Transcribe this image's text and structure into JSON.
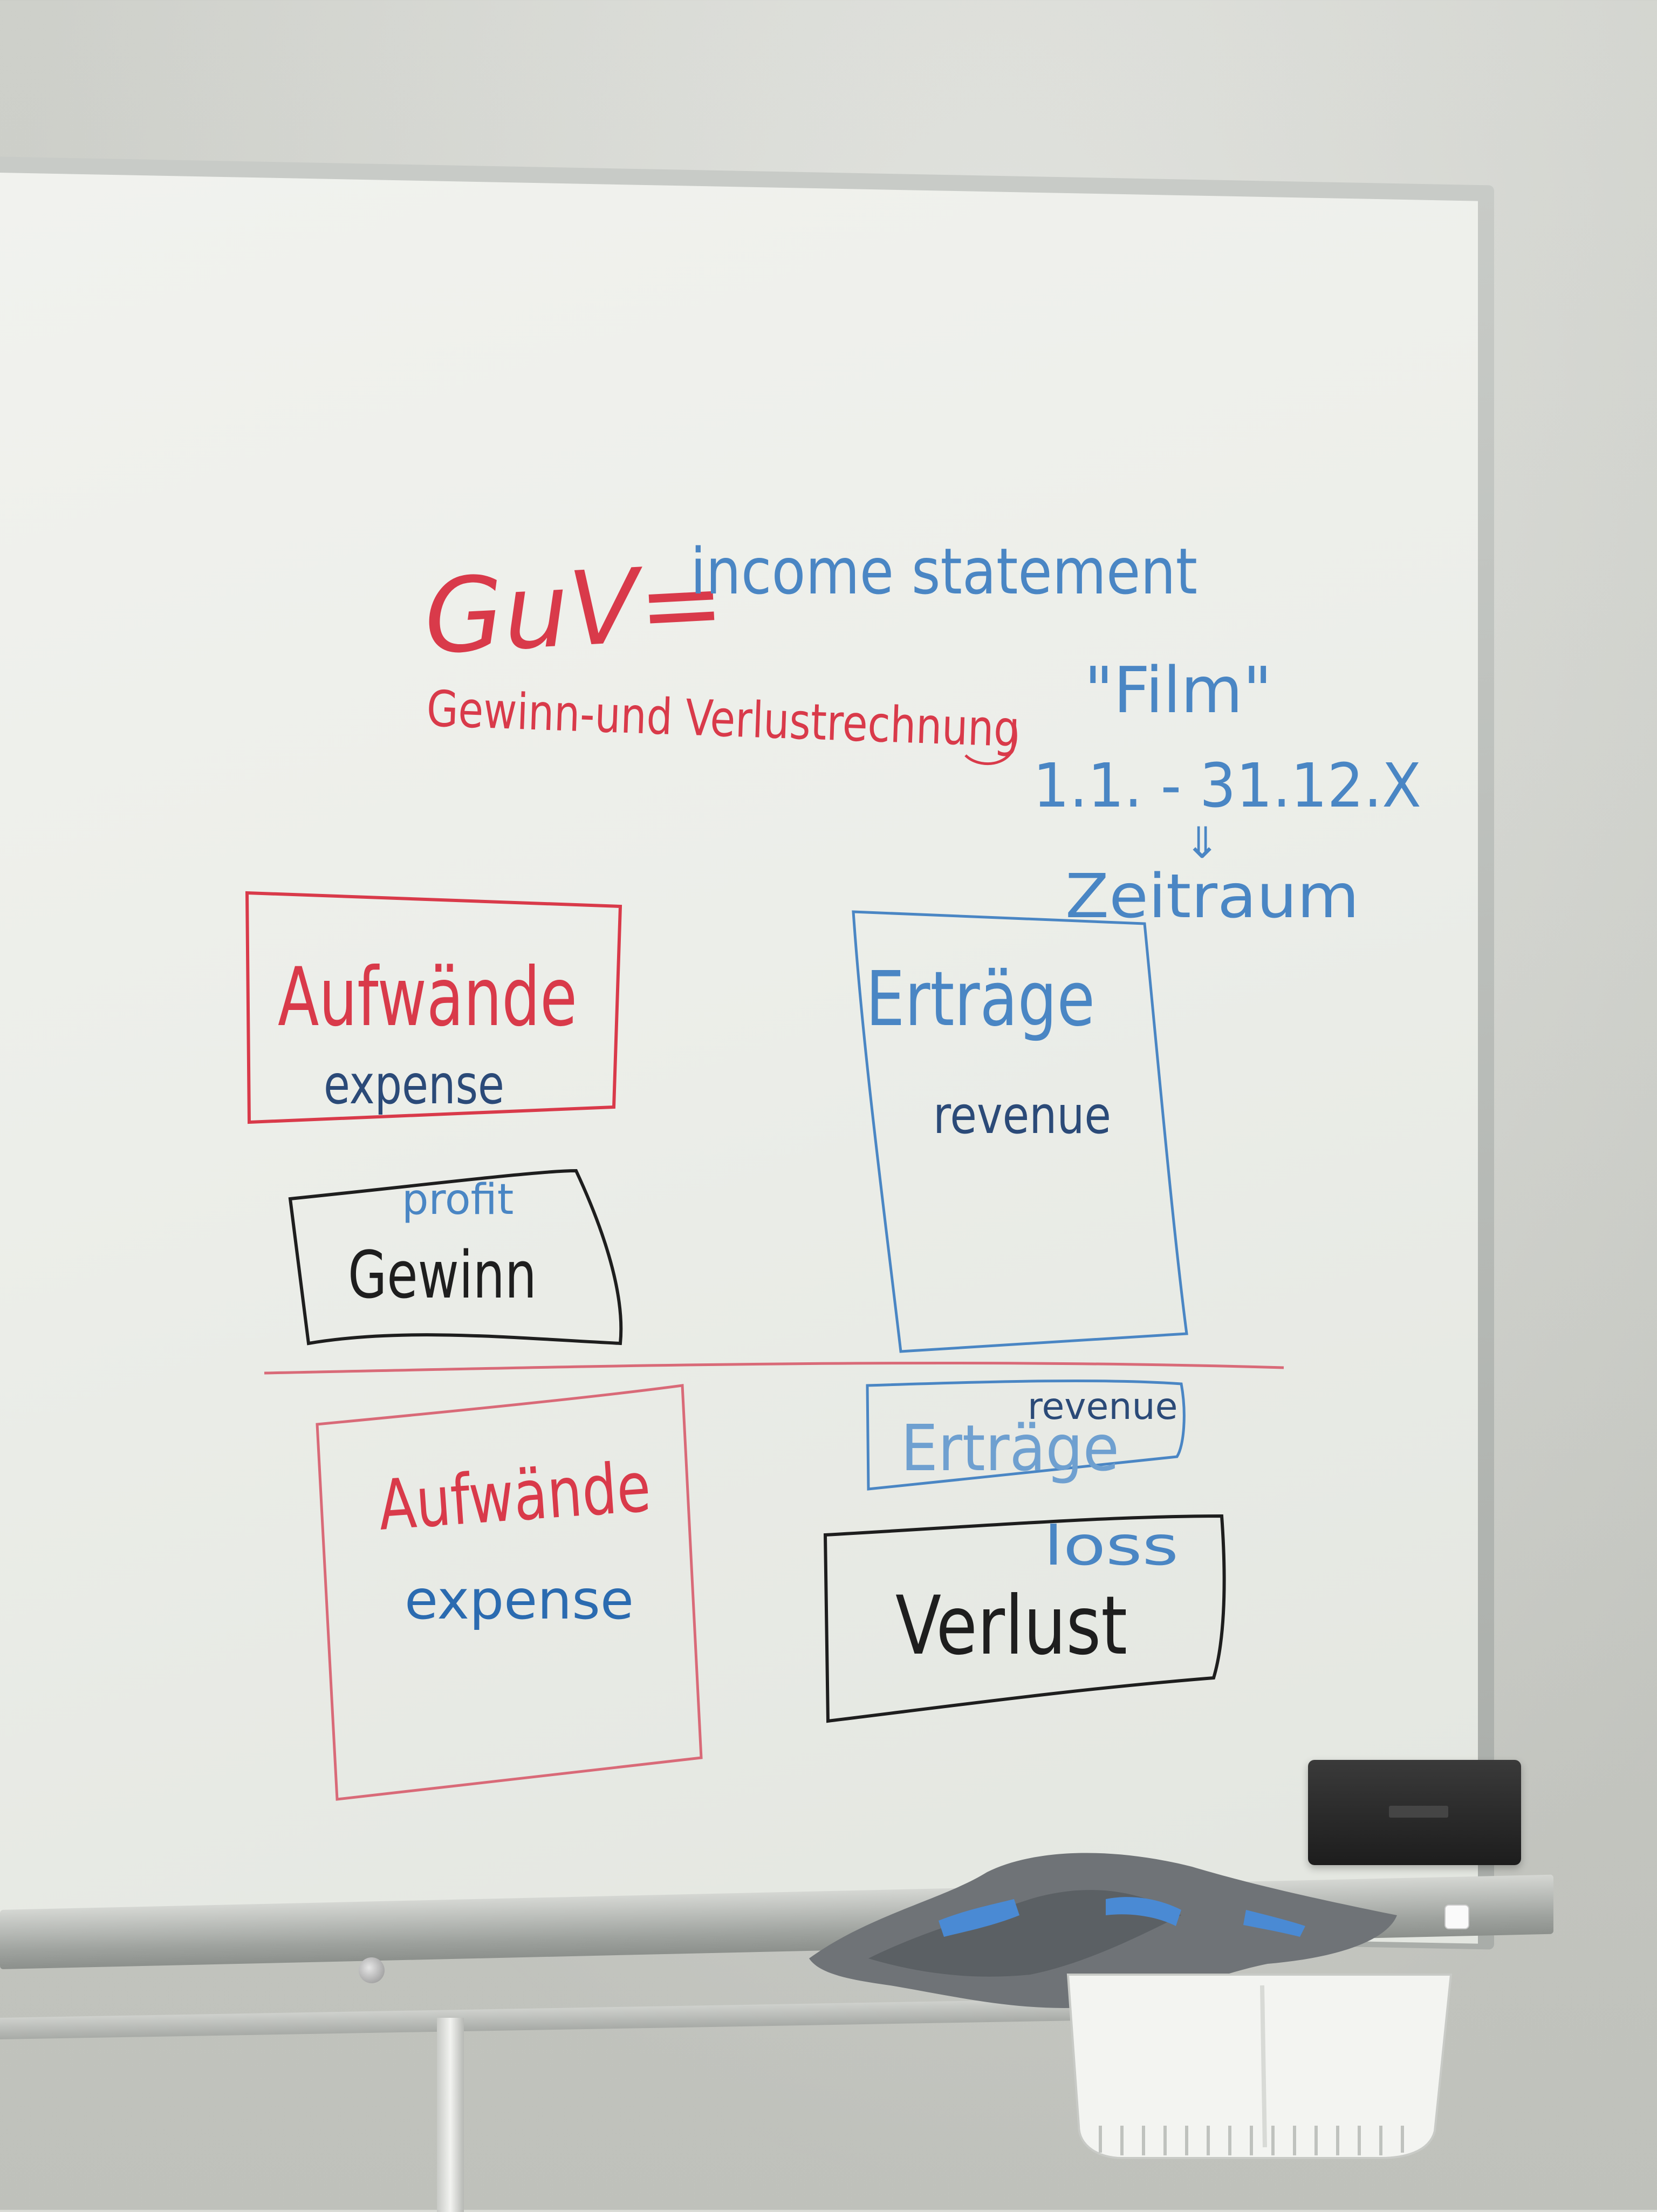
{
  "whiteboard": {
    "heading": {
      "acronym": "GuV=",
      "full_term": "Gewinn-und Verlustrechnung",
      "translation": "income statement"
    },
    "film_note": {
      "quoted_word": "\"Film\"",
      "date_range": "1.1. - 31.12.X",
      "arrow": "⇓",
      "period_label": "Zeitraum"
    },
    "profit_case": {
      "expenses_box": {
        "de": "Aufwände",
        "en": "expense"
      },
      "profit_box": {
        "de": "Gewinn",
        "en": "profit"
      },
      "revenue_box": {
        "de": "Erträge",
        "en": "revenue"
      }
    },
    "loss_case": {
      "expenses_box": {
        "de": "Aufwände",
        "en": "expense"
      },
      "revenue_box": {
        "de": "Erträge",
        "en": "revenue"
      },
      "loss_box": {
        "de": "Verlust",
        "en": "loss"
      }
    }
  },
  "colors": {
    "red_marker": "#d93a4a",
    "blue_marker": "#4a86c4",
    "dark_blue_marker": "#2b4a78",
    "black_marker": "#1e1e1e"
  },
  "objects": [
    "board-eraser",
    "cleaning-cloth",
    "marker-basket"
  ]
}
